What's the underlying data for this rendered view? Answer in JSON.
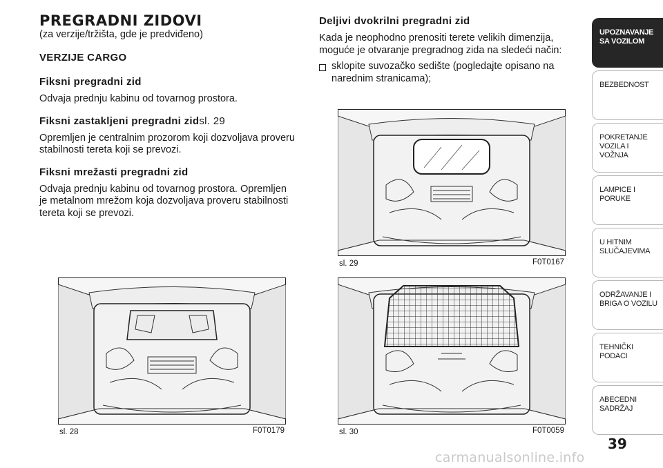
{
  "left": {
    "title": "PREGRADNI ZIDOVI",
    "subtitle": "(za verzije/tržišta, gde je predviđeno)",
    "cargo_heading": "VERZIJE CARGO",
    "fixed_heading": "Fiksni pregradni zid",
    "fixed_text": "Odvaja prednju kabinu od tovarnog prostora.",
    "glazed_heading": "Fiksni zastakljeni pregradni zid",
    "glazed_ref": "sl. 29",
    "glazed_text": "Opremljen je centralnim prozorom koji dozvoljava proveru stabilnosti tereta koji se prevozi.",
    "mesh_heading": "Fiksni mrežasti pregradni zid",
    "mesh_text": "Odvaja prednju kabinu od tovarnog prostora. Opremljen je metalnom mrežom koja dozvoljava proveru stabilnosti tereta koji se prevozi."
  },
  "right": {
    "heading": "Deljivi dvokrilni pregradni zid",
    "text": "Kada je neophodno prenositi terete velikih dimenzija, moguće je otvaranje pregradnog zida na sledeći način:",
    "bullet": "sklopite suvozačko sedište (pogledajte opisano na narednim stranicama);"
  },
  "figures": {
    "fig29": {
      "label": "sl. 29",
      "code": "F0T0167"
    },
    "fig28": {
      "label": "sl. 28",
      "code": "F0T0179"
    },
    "fig30": {
      "label": "sl. 30",
      "code": "F0T0059"
    }
  },
  "sidebar": {
    "tabs": [
      {
        "label": "UPOZNAVANJE SA VOZILOM",
        "active": true
      },
      {
        "label": "BEZBEDNOST",
        "active": false
      },
      {
        "label": "POKRETANJE VOZILA I VOŽNJA",
        "active": false
      },
      {
        "label": "LAMPICE I PORUKE",
        "active": false
      },
      {
        "label": "U HITNIM SLUČAJEVIMA",
        "active": false
      },
      {
        "label": "ODRŽAVANJE I BRIGA O VOZILU",
        "active": false
      },
      {
        "label": "TEHNIČKI PODACI",
        "active": false
      },
      {
        "label": "ABECEDNI SADRŽAJ",
        "active": false
      }
    ]
  },
  "page_number": "39",
  "watermark": "carmanualsonline.info"
}
